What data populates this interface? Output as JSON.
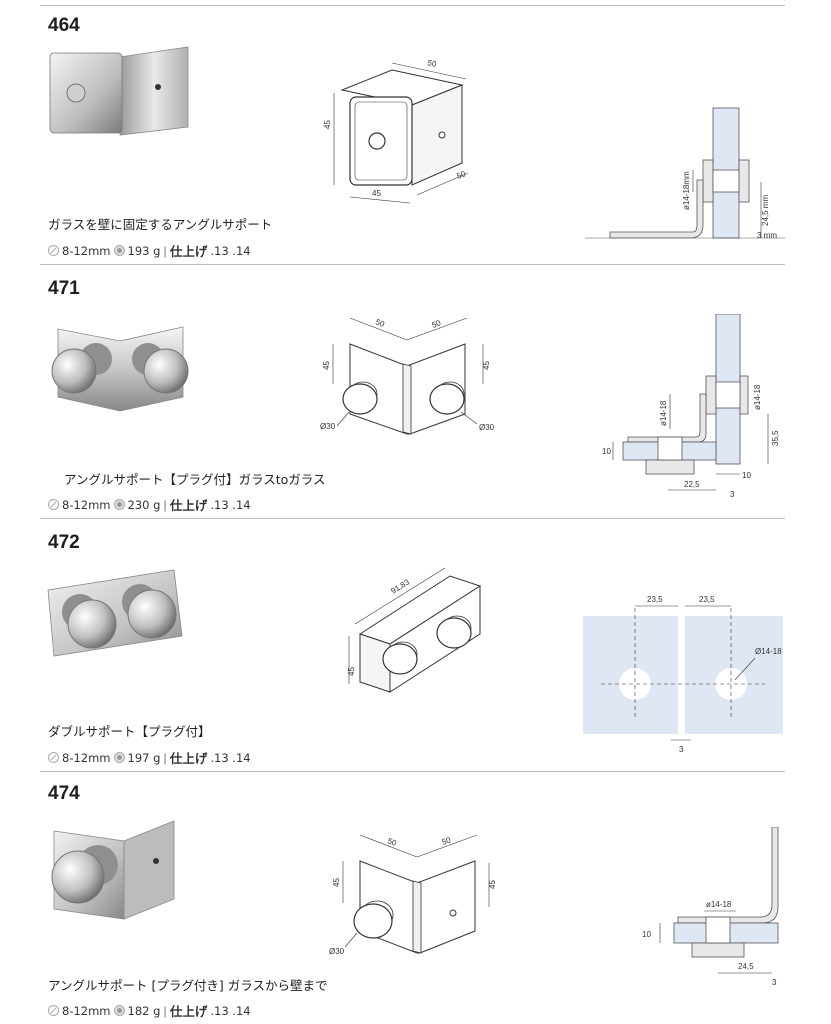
{
  "products": [
    {
      "code": "464",
      "description": "ガラスを壁に固定するアングルサポート",
      "glass": "8-12mm",
      "weight": "193 g",
      "finish_label": "仕上げ",
      "finish_codes": ".13 .14",
      "drawing_dims": {
        "top": "50",
        "left": "45",
        "bottom_a": "45",
        "bottom_b": "50"
      },
      "section_dims": {
        "hole": "ø14-18mm",
        "height": "24,5 mm",
        "thickness": "3 mm"
      }
    },
    {
      "code": "471",
      "description": "アングルサポート【プラグ付】ガラスtoガラス",
      "glass": "8-12mm",
      "weight": "230 g",
      "finish_label": "仕上げ",
      "finish_codes": ".13 .14",
      "drawing_dims": {
        "top_a": "50",
        "top_b": "50",
        "left": "45",
        "right": "45",
        "dia_a": "Ø30",
        "dia_b": "Ø30"
      },
      "section_dims": {
        "hole_a": "ø14-18",
        "hole_b": "ø14-18",
        "h_left": "10",
        "h_right": "35,5",
        "gap": "10",
        "width": "22,5",
        "thickness": "3"
      }
    },
    {
      "code": "472",
      "description": "ダブルサポート【プラグ付】",
      "glass": "8-12mm",
      "weight": "197 g",
      "finish_label": "仕上げ",
      "finish_codes": ".13 .14",
      "drawing_dims": {
        "length": "91,83",
        "height": "45"
      },
      "section_dims": {
        "offset_a": "23,5",
        "offset_b": "23,5",
        "hole": "Ø14-18",
        "gap": "3"
      }
    },
    {
      "code": "474",
      "description": "アングルサポート [プラグ付き] ガラスから壁まで",
      "glass": "8-12mm",
      "weight": "182 g",
      "finish_label": "仕上げ",
      "finish_codes": ".13 .14",
      "drawing_dims": {
        "top_a": "50",
        "top_b": "50",
        "left": "45",
        "right": "45",
        "dia": "Ø30"
      },
      "section_dims": {
        "hole": "ø14-18",
        "height": "10",
        "width": "24,5",
        "thickness": "3"
      }
    }
  ],
  "icons": {
    "glass": "glass-thickness-icon",
    "weight": "weight-icon"
  },
  "colors": {
    "glass_fill": "#dfe6f4",
    "metal_light": "#eeeeee",
    "metal_dark": "#8a8a8a",
    "rule": "#bdbdbd"
  }
}
